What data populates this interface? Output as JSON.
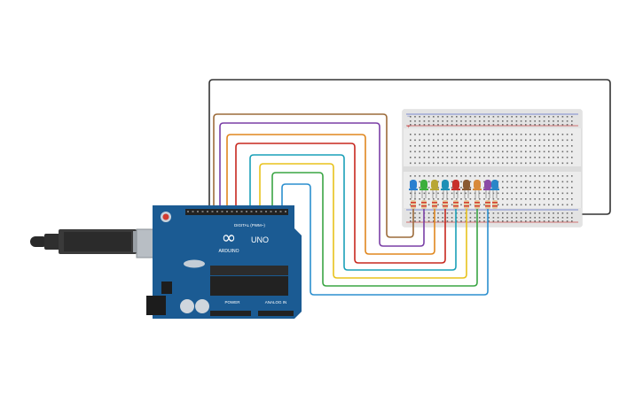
{
  "board": {
    "brand": "ARDUINO",
    "model": "UNO",
    "digital_label": "DIGITAL (PWM~)",
    "power_label": "POWER",
    "analog_label": "ANALOG IN",
    "logo": "∞",
    "icon": "arduino-logo-icon",
    "color": "#1b5b93"
  },
  "usb_cable": {
    "icon": "usb-cable-icon"
  },
  "breadboard": {
    "rail_plus": "+",
    "rail_minus": "−"
  },
  "leds": [
    {
      "name": "blue",
      "color": "#2a7fd0"
    },
    {
      "name": "green",
      "color": "#3cae3c"
    },
    {
      "name": "olive",
      "color": "#b9a634"
    },
    {
      "name": "teal",
      "color": "#1c8fb6"
    },
    {
      "name": "red",
      "color": "#c8302a"
    },
    {
      "name": "brown",
      "color": "#8a5a32"
    },
    {
      "name": "orange",
      "color": "#d88a3a"
    },
    {
      "name": "purple",
      "color": "#8a4aa6"
    },
    {
      "name": "blue2",
      "color": "#2a86c8"
    }
  ],
  "wire_colors": {
    "ground": "#333333",
    "brown": "#9c6b3a",
    "purple": "#7a3fa6",
    "orange": "#e0871e",
    "red": "#c7281f",
    "teal": "#1aa0b8",
    "yellow": "#e8c21c",
    "green": "#3aa544",
    "blue": "#2b8fcf"
  }
}
